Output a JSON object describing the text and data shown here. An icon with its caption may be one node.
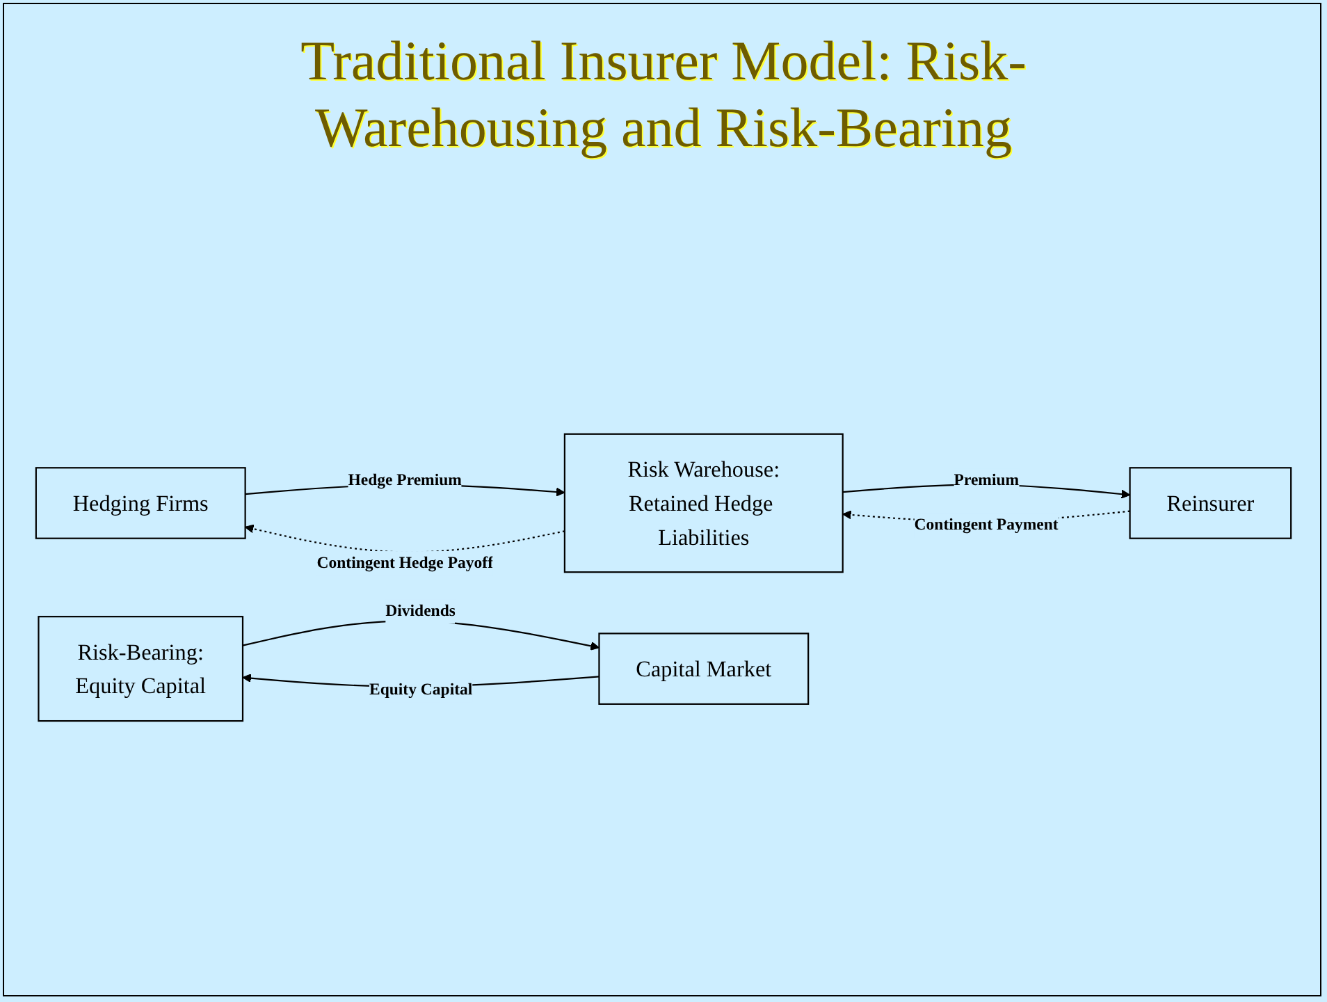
{
  "diagram": {
    "title": "Traditional Insurer Model: Risk-Warehousing and Risk-Bearing",
    "nodes": [
      {
        "text": [
          "Hedging Firms"
        ]
      },
      {
        "text": [
          "Risk Warehouse:",
          "Retained Hedge Liabilities"
        ]
      },
      {
        "text": [
          "Risk-Bearing:",
          "Equity Capital"
        ]
      },
      {
        "text": [
          "Reinsurer"
        ]
      },
      {
        "text": [
          "Capital Market"
        ]
      }
    ],
    "edges": [
      {
        "from": 0,
        "to": 1,
        "arrow": "to",
        "label": "Hedge Premium"
      },
      {
        "from": 1,
        "to": 0,
        "arrow": "to",
        "label": "Contingent Hedge Payoff",
        "style": "dashed"
      },
      {
        "from": 1,
        "to": 3,
        "arrow": "to",
        "label": "Premium"
      },
      {
        "from": 3,
        "to": 1,
        "arrow": "to",
        "label": "Contingent Payment",
        "style": "dashed"
      },
      {
        "from": 4,
        "to": 2,
        "arrow": "to",
        "label": "Equity Capital"
      },
      {
        "from": 2,
        "to": 4,
        "arrow": "to",
        "label": "Dividends"
      }
    ]
  }
}
